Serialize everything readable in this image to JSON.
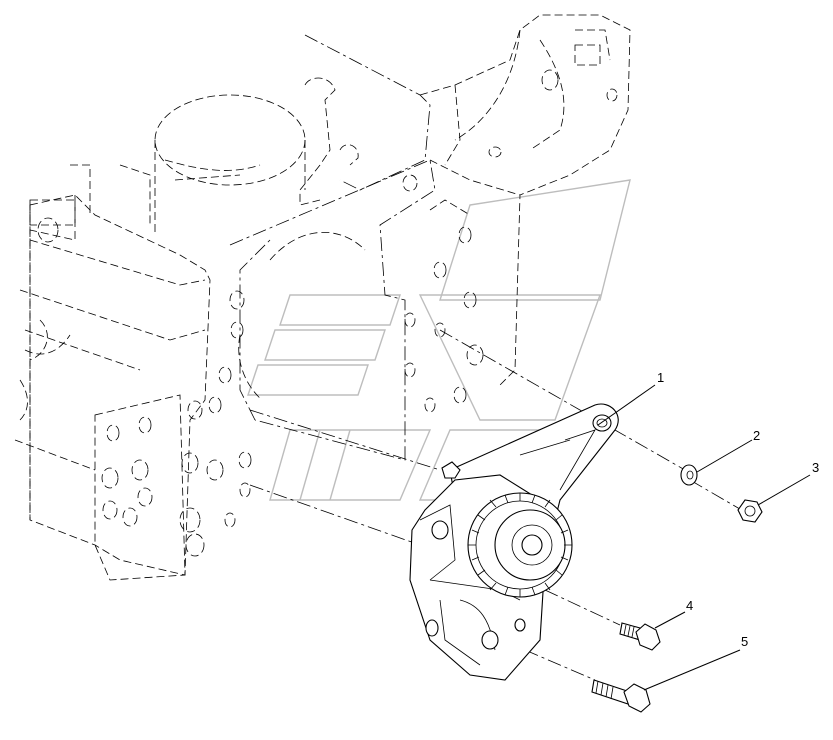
{
  "diagram": {
    "callouts": [
      {
        "id": "callout-1",
        "label": "1"
      },
      {
        "id": "callout-2",
        "label": "2"
      },
      {
        "id": "callout-3",
        "label": "3"
      },
      {
        "id": "callout-4",
        "label": "4"
      },
      {
        "id": "callout-5",
        "label": "5"
      }
    ]
  }
}
